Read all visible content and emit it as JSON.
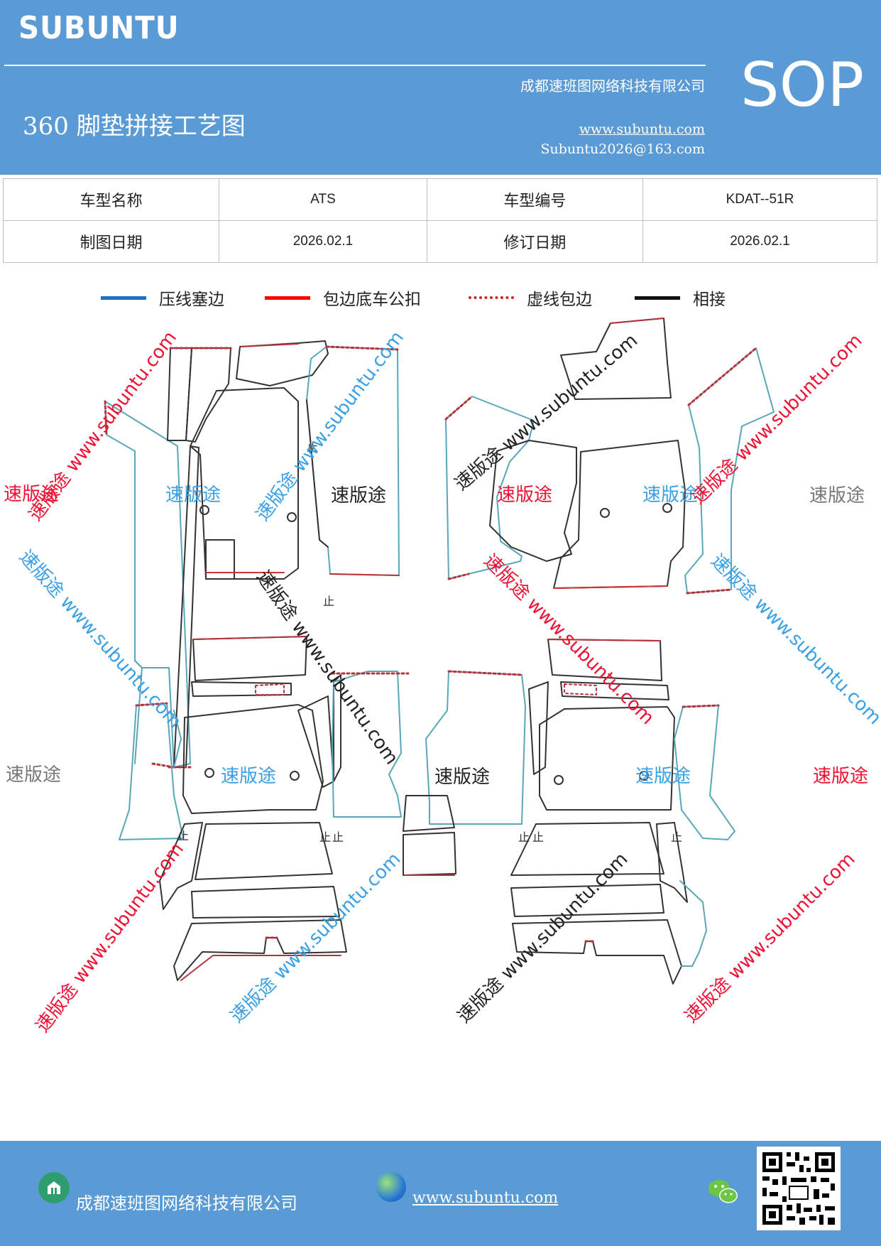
{
  "header": {
    "logo": "SUBUNTU",
    "company": "成都速班图网络科技有限公司",
    "title": "360 脚垫拼接工艺图",
    "sop": "SOP",
    "website": "www.subuntu.com",
    "email": "Subuntu2026@163.com"
  },
  "info_table": {
    "row1": {
      "label1": "车型名称",
      "value1": "ATS",
      "label2": "车型编号",
      "value2": "KDAT--51R"
    },
    "row2": {
      "label1": "制图日期",
      "value1": "2026.02.1",
      "label2": "修订日期",
      "value2": "2026.02.1"
    }
  },
  "legend": [
    {
      "label": "压线塞边",
      "color": "#1f6fbf",
      "style": "solid"
    },
    {
      "label": "包边底车公扣",
      "color": "#ff0000",
      "style": "solid"
    },
    {
      "label": "虚线包边",
      "color": "#e02020",
      "style": "dotted"
    },
    {
      "label": "相接",
      "color": "#111111",
      "style": "solid"
    }
  ],
  "watermarks": {
    "brand": "速版途",
    "slogan": "速版途 www.subuntu.com",
    "colors": {
      "red": "#ee1133",
      "blue": "#3aa0e6",
      "black": "#222222",
      "gray": "#777777"
    }
  },
  "marks": {
    "stop": "止"
  },
  "footer": {
    "company": "成都速班图网络科技有限公司",
    "website": "www.subuntu.com",
    "icons": [
      "company-icon",
      "globe-icon",
      "wechat-icon",
      "qr-code"
    ]
  }
}
